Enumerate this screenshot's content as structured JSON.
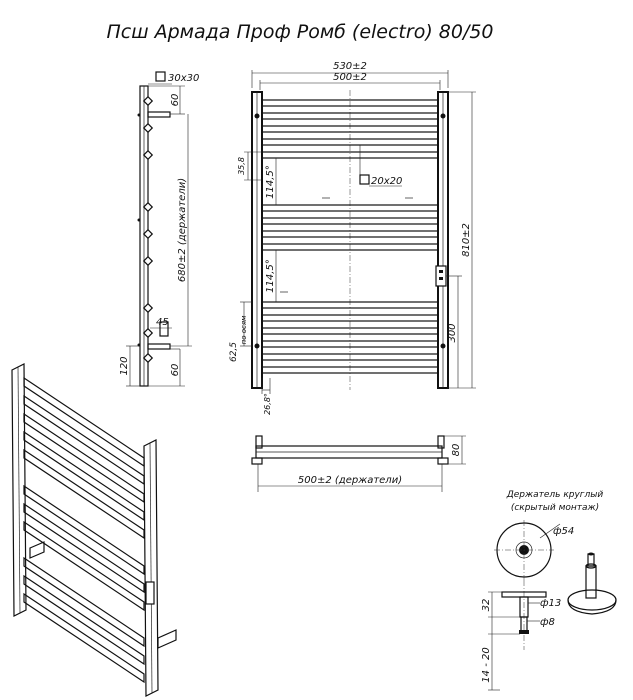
{
  "title": "Псш Армада Проф Ромб (electro) 80/50",
  "side_view": {
    "profile_size": "30x30",
    "dim_top": "60",
    "dim_height": "680±2 (держатели)",
    "dim_45": "45",
    "dim_120": "120",
    "dim_bottom": "60"
  },
  "front_view": {
    "overall_width": "530±2",
    "holder_width": "500±2",
    "dim_35": "35,8",
    "dim_angle_1": "114,5°",
    "crossbar_size": "20x20",
    "dim_angle_2": "114,5°",
    "overall_height": "810±2",
    "dim_300": "300",
    "dim_625": "62,5",
    "dim_625_note": "по осям",
    "dim_268": "26,8°"
  },
  "top_view": {
    "holder_width": "500±2 (держатели)",
    "depth": "80"
  },
  "holder_detail": {
    "caption_line1": "Держатель круглый",
    "caption_line2": "(скрытый монтаж)",
    "diameter_large": "ф54",
    "diameter_13": "ф13",
    "diameter_8": "ф8",
    "dim_32": "32",
    "dim_14_20": "14 - 20"
  }
}
